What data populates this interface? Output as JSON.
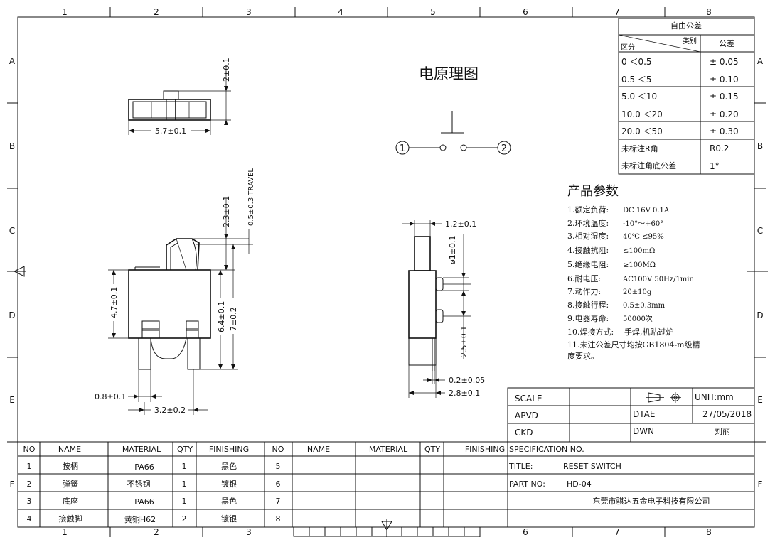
{
  "border": {
    "columns": [
      "1",
      "2",
      "3",
      "4",
      "5",
      "6",
      "7",
      "8"
    ],
    "rows": [
      "A",
      "B",
      "C",
      "D",
      "E",
      "F"
    ]
  },
  "schematic": {
    "title": "电原理图",
    "pin1": "1",
    "pin2": "2"
  },
  "dimensions": {
    "top_height": "2±0.1",
    "top_width": "5.7±0.1",
    "travel": "0.5±0.3 TRAVEL",
    "lever_height": "2.3±0.1",
    "body_height": "4.7±0.1",
    "pin_height": "6.4±0.1",
    "total_height": "7±0.2",
    "pin_width": "0.8±0.1",
    "pin_pitch": "3.2±0.2",
    "side_lever_width": "1.2±0.1",
    "side_bump_dia": "ø1±0.1",
    "side_bump_spacing": "2.5±0.1",
    "pin_thickness": "0.2±0.05",
    "side_width": "2.8±0.1"
  },
  "tolerance_table": {
    "title": "自由公差",
    "header_category": "类别",
    "header_range": "区分",
    "header_tolerance": "公差",
    "rows": [
      {
        "range": "0    ＜0.5",
        "tol": "± 0.05"
      },
      {
        "range": "0.5    ＜5",
        "tol": "± 0.10"
      },
      {
        "range": "5.0    ＜10",
        "tol": "± 0.15"
      },
      {
        "range": "10.0  ＜20",
        "tol": "± 0.20"
      },
      {
        "range": "20.0  ＜50",
        "tol": "± 0.30"
      },
      {
        "range": "未标注R角",
        "tol": "R0.2"
      },
      {
        "range": "未标注角底公差",
        "tol": "1°"
      }
    ]
  },
  "params": {
    "title": "产品参数",
    "items": [
      {
        "label": "1.额定负荷:",
        "value": "DC 16V 0.1A"
      },
      {
        "label": "2.环境温度:",
        "value": "-10°～+60°"
      },
      {
        "label": "3.相对湿度:",
        "value": "40℃ ≤95%"
      },
      {
        "label": "4.接触抗阻:",
        "value": "≤100mΩ"
      },
      {
        "label": "5.绝缘电阻:",
        "value": "≥100MΩ"
      },
      {
        "label": "6.耐电压:",
        "value": "AC100V 50Hz/1min"
      },
      {
        "label": "7.动作力:",
        "value": "20±10g"
      },
      {
        "label": "8.接触行程:",
        "value": "0.5±0.3mm"
      },
      {
        "label": "9.电器寿命:",
        "value": "50000次"
      },
      {
        "label": "10.焊接方式:",
        "value": "手焊,机贴过炉"
      }
    ],
    "note_line1": "11.未注公差尺寸均按GB1804-m级精",
    "note_line2": "度要求。"
  },
  "title_block": {
    "scale_label": "SCALE",
    "unit_label": "UNIT:mm",
    "apvd_label": "APVD",
    "dtae_label": "DTAE",
    "date": "27/05/2018",
    "ckd_label": "CKD",
    "dwn_label": "DWN",
    "drawer": "刘丽",
    "spec_label": "SPECIFICATION NO.",
    "title_label": "TITLE:",
    "title_value": "RESET SWITCH",
    "part_label": "PART NO:",
    "part_value": "HD-04",
    "company": "东莞市骐达五金电子科技有限公司"
  },
  "bom": {
    "headers": [
      "NO",
      "NAME",
      "MATERIAL",
      "QTY",
      "FINISHING"
    ],
    "left_rows": [
      {
        "no": "1",
        "name": "按柄",
        "material": "PA66",
        "qty": "1",
        "finishing": "黑色"
      },
      {
        "no": "2",
        "name": "弹簧",
        "material": "不锈钢",
        "qty": "1",
        "finishing": "镀银"
      },
      {
        "no": "3",
        "name": "底座",
        "material": "PA66",
        "qty": "1",
        "finishing": "黑色"
      },
      {
        "no": "4",
        "name": "接触脚",
        "material": "黄铜H62",
        "qty": "2",
        "finishing": "镀银"
      }
    ],
    "right_nos": [
      "5",
      "6",
      "7",
      "8"
    ]
  }
}
